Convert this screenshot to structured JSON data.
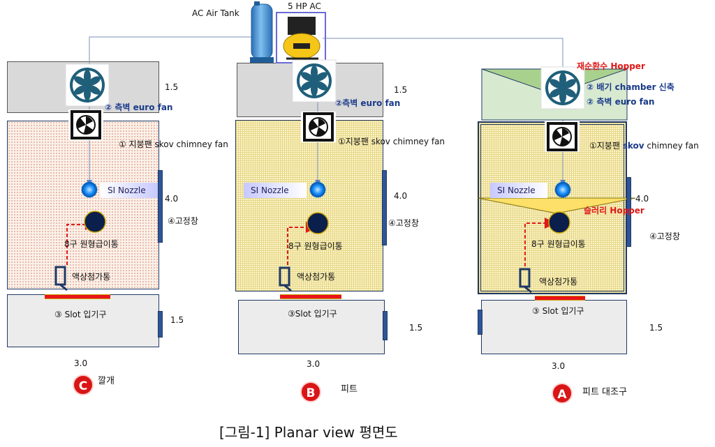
{
  "top": {
    "ac_air_tank": "AC  Air Tank",
    "hp_ac": "5 HP AC"
  },
  "panel_c": {
    "top_dim": "1.5",
    "euro_fan": "② 측벽 euro fan",
    "chimney_fan": "① 지붕팬 skov  chimney fan",
    "nozzle": "SI Nozzle",
    "mid_dim": "4.0",
    "window": "④고정창",
    "feed_tank": "8구 원형급이통",
    "liquid_tank": "액상첨가통",
    "slot_inlet": "③ Slot 입기구",
    "bottom_dim": "1.5",
    "width_dim": "3.0",
    "badge": "C",
    "name": "깔개"
  },
  "panel_b": {
    "top_dim": "1.5",
    "euro_fan": "②측벽 euro fan",
    "chimney_fan": "①지붕팬 skov  chimney fan",
    "nozzle": "SI Nozzle",
    "mid_dim": "4.0",
    "window": "④고정창",
    "feed_tank": "8구 원형급이통",
    "liquid_tank": "액상첨가통",
    "slot_inlet": "③Slot 입기구",
    "bottom_dim": "1.5",
    "width_dim": "3.0",
    "badge": "B",
    "name": "피트"
  },
  "panel_a": {
    "hopper_return": "재순환수 Hopper",
    "exhaust_chamber": "② 배기 chamber 신축",
    "euro_fan": "② 측벽 euro fan",
    "chimney_fan_prefix": "①지붕팬",
    "chimney_fan_bold": "skov",
    "chimney_fan_suffix": "chimney fan",
    "nozzle": "SI Nozzle",
    "mid_dim": "4.0",
    "slurry_hopper": "슬러리 Hopper",
    "window": "④고정창",
    "feed_tank": "8구 원형급이통",
    "liquid_tank": "액상첨가통",
    "slot_inlet": "③ Slot 입기구",
    "bottom_dim": "1.5",
    "width_dim": "3.0",
    "badge": "A",
    "name": "피트 대조구"
  },
  "figure_caption": "[그림-1] Planar view 평면도",
  "colors": {
    "frame": "#1f3864",
    "accent_red": "#e01818",
    "tank_blue": "#3f8fd6",
    "compressor_yellow": "#f5c518"
  }
}
